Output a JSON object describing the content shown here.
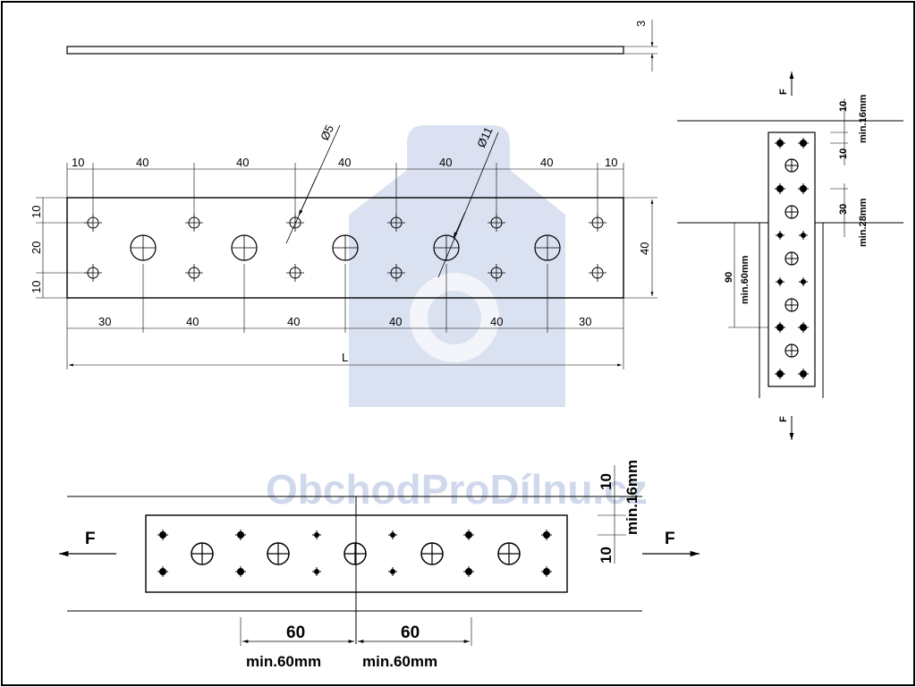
{
  "watermark": {
    "text": "ObchodProDílnu.cz",
    "color": "#b7c4e2"
  },
  "top_view": {
    "thickness": "3",
    "top_dims": [
      "10",
      "40",
      "40",
      "40",
      "40",
      "40",
      "10"
    ],
    "left_dims": [
      "10",
      "20",
      "10"
    ],
    "right_dim": "40",
    "bottom_dims": [
      "30",
      "40",
      "40",
      "40",
      "40",
      "30"
    ],
    "total": "L",
    "small_hole": "Ø5",
    "large_hole": "Ø11"
  },
  "side_view": {
    "force": "F",
    "dims": [
      "10",
      "min.16mm",
      "10",
      "30",
      "min.28mm",
      "90",
      "min.60mm"
    ]
  },
  "bottom_view": {
    "force": "F",
    "edge_dims": [
      "10",
      "min.16mm",
      "10"
    ],
    "spans": [
      "60",
      "60"
    ],
    "min_labels": [
      "min.60mm",
      "min.60mm"
    ]
  }
}
